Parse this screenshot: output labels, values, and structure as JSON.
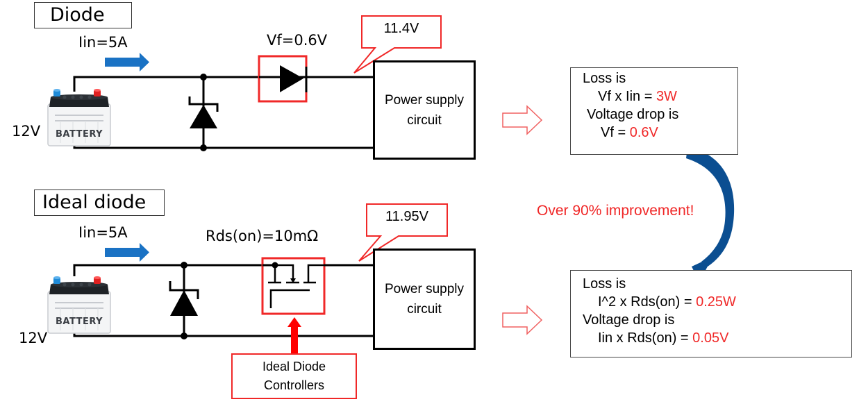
{
  "colors": {
    "accent_red": "#f02828",
    "current_arrow_blue": "#1a72c4",
    "improvement_arrow_blue": "#0b4e91"
  },
  "diode_section": {
    "title": "Diode",
    "current_label": "Iin=5A",
    "battery_voltage": "12V",
    "battery_label": "BATTERY",
    "component_label": "Vf=0.6V",
    "output_voltage": "11.4V",
    "load_label_line1": "Power supply",
    "load_label_line2": "circuit",
    "result": {
      "line1": "Loss is",
      "line2_text": "Vf x Iin = ",
      "line2_value": "3W",
      "line3": "Voltage drop is",
      "line4_text": "Vf = ",
      "line4_value": "0.6V"
    }
  },
  "improvement_label": "Over 90% improvement!",
  "ideal_section": {
    "title": "Ideal diode",
    "current_label": "Iin=5A",
    "battery_voltage": "12V",
    "battery_label": "BATTERY",
    "component_label": "Rds(on)=10mΩ",
    "output_voltage": "11.95V",
    "load_label_line1": "Power supply",
    "load_label_line2": "circuit",
    "controller_label_line1": "Ideal Diode",
    "controller_label_line2": "Controllers",
    "result": {
      "line1": "Loss is",
      "line2_text": "I^2 x Rds(on) = ",
      "line2_value": "0.25W",
      "line3": "Voltage drop is",
      "line4_text": "Iin x Rds(on) = ",
      "line4_value": "0.05V"
    }
  },
  "icons": {
    "battery": "battery-icon",
    "tvs_diode": "tvs-diode-icon",
    "diode": "diode-icon",
    "mosfet": "mosfet-icon",
    "current_arrow": "right-arrow-icon",
    "result_arrow": "hollow-right-arrow-icon",
    "curved_arrow": "curved-arrow-icon",
    "up_arrow": "up-arrow-icon"
  }
}
